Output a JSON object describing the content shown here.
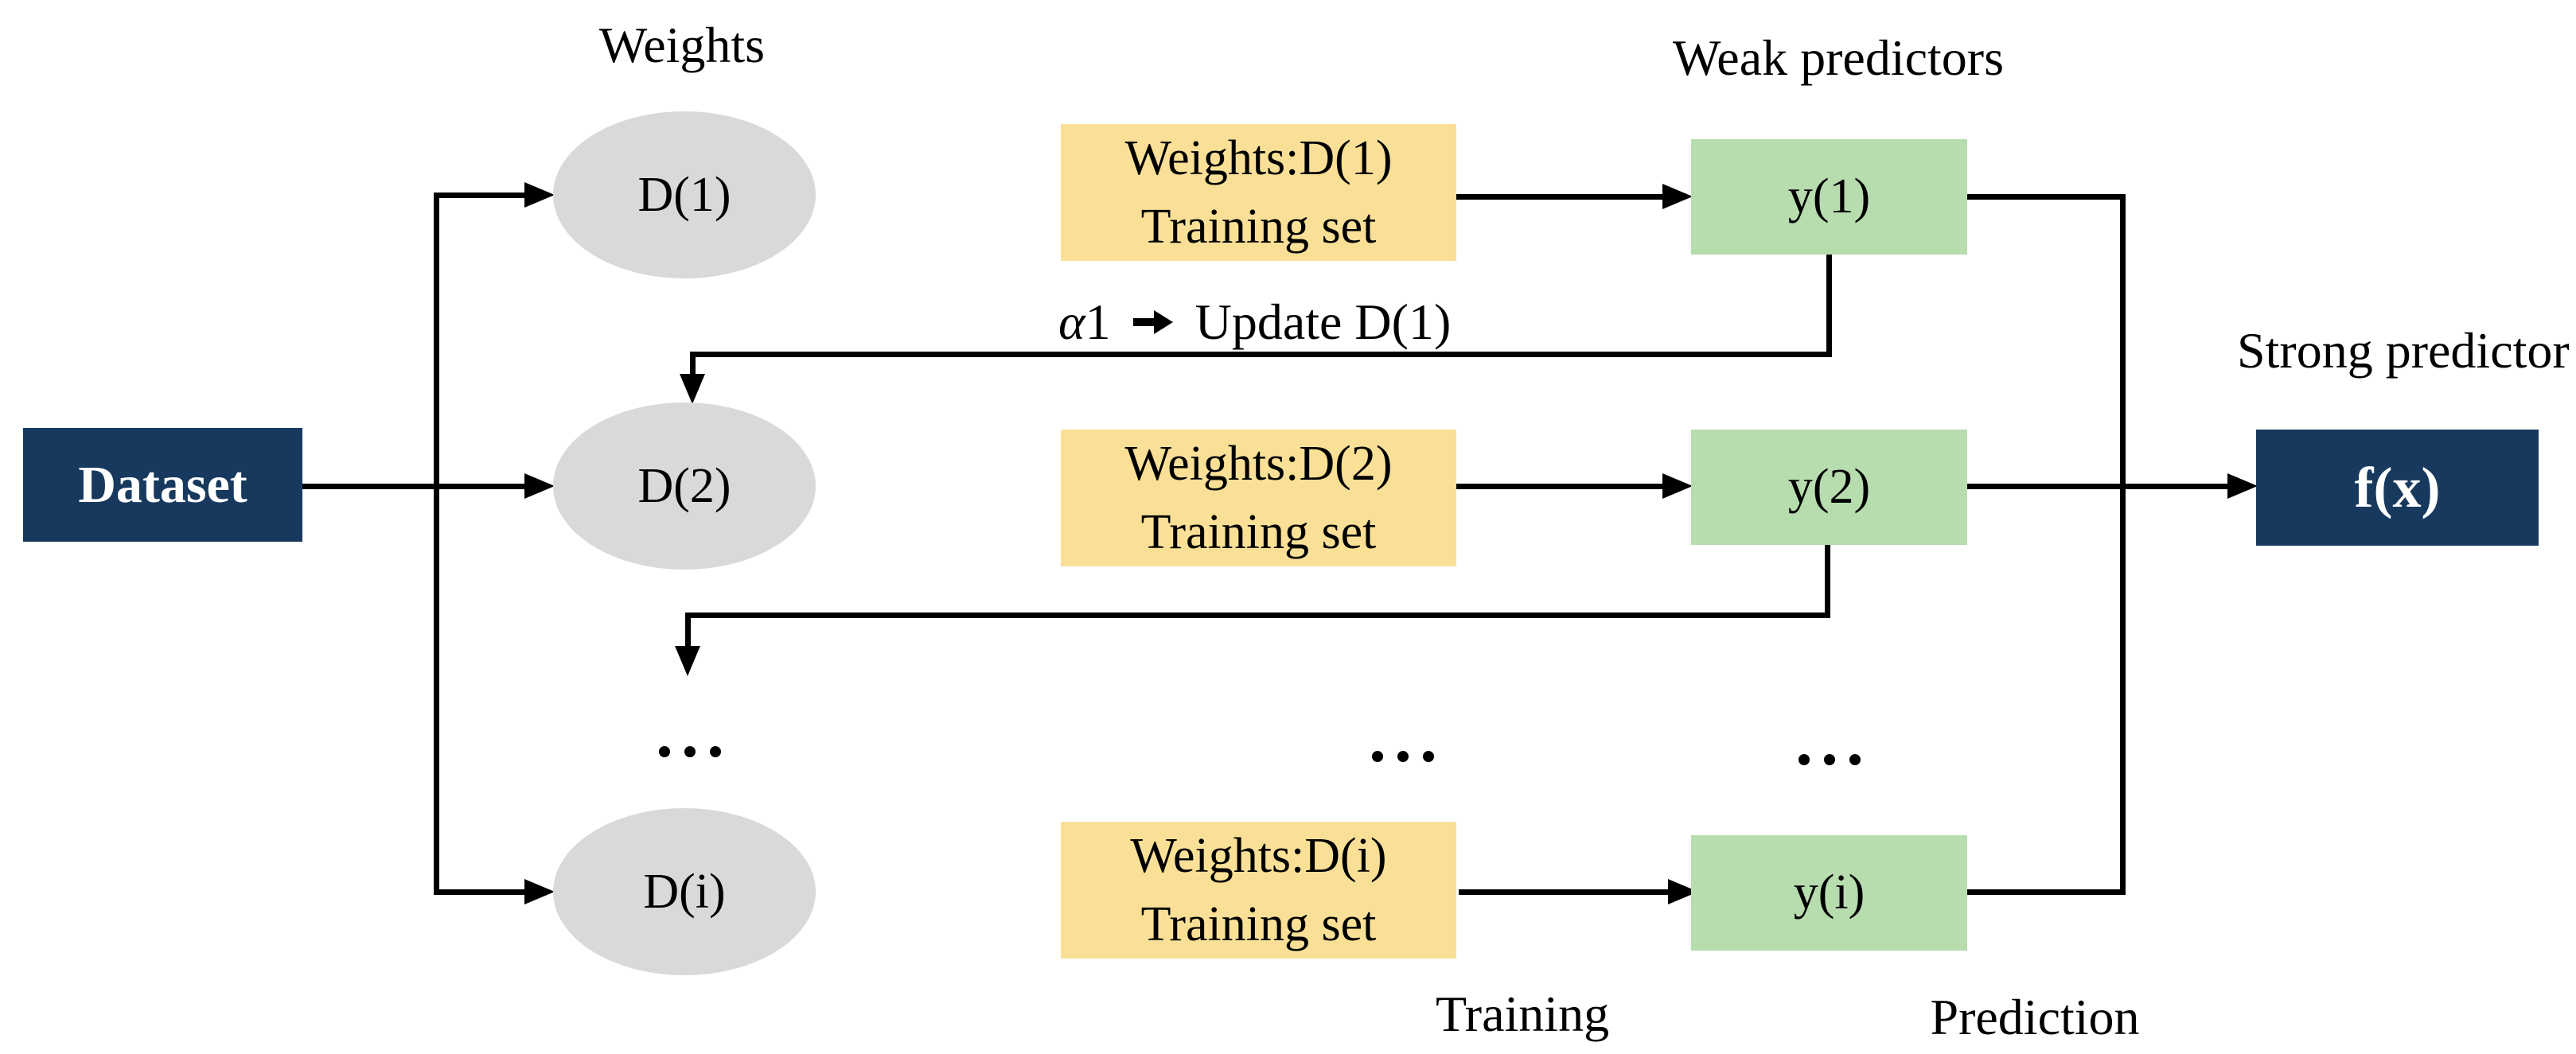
{
  "titles": {
    "weights": "Weights",
    "weak_predictors": "Weak predictors",
    "strong_predictor": "Strong predictor"
  },
  "phase_labels": {
    "training": "Training",
    "prediction": "Prediction"
  },
  "dataset": {
    "label": "Dataset"
  },
  "strong_node": {
    "label": "f(x)"
  },
  "update_note": {
    "alpha_symbol": "α",
    "alpha_number": "1",
    "arrow_icon": "right-arrow",
    "action": "Update D(1)"
  },
  "rows": [
    {
      "weight": "D(1)",
      "weights_line1": "Weights:D(1)",
      "weights_line2": "Training set",
      "predictor": "y(1)"
    },
    {
      "weight": "D(2)",
      "weights_line1": "Weights:D(2)",
      "weights_line2": "Training set",
      "predictor": "y(2)"
    },
    {
      "weight": "D(i)",
      "weights_line1": "Weights:D(i)",
      "weights_line2": "Training set",
      "predictor": "y(i)"
    }
  ],
  "ellipsis": "...",
  "colors": {
    "node_navy": "#17395E",
    "weight_ellipse_gray": "#D9D9D9",
    "training_box_yellow": "#FAE096",
    "predictor_box_green": "#B7DCAE",
    "line_black": "#000000",
    "background": "#FFFFFF"
  }
}
